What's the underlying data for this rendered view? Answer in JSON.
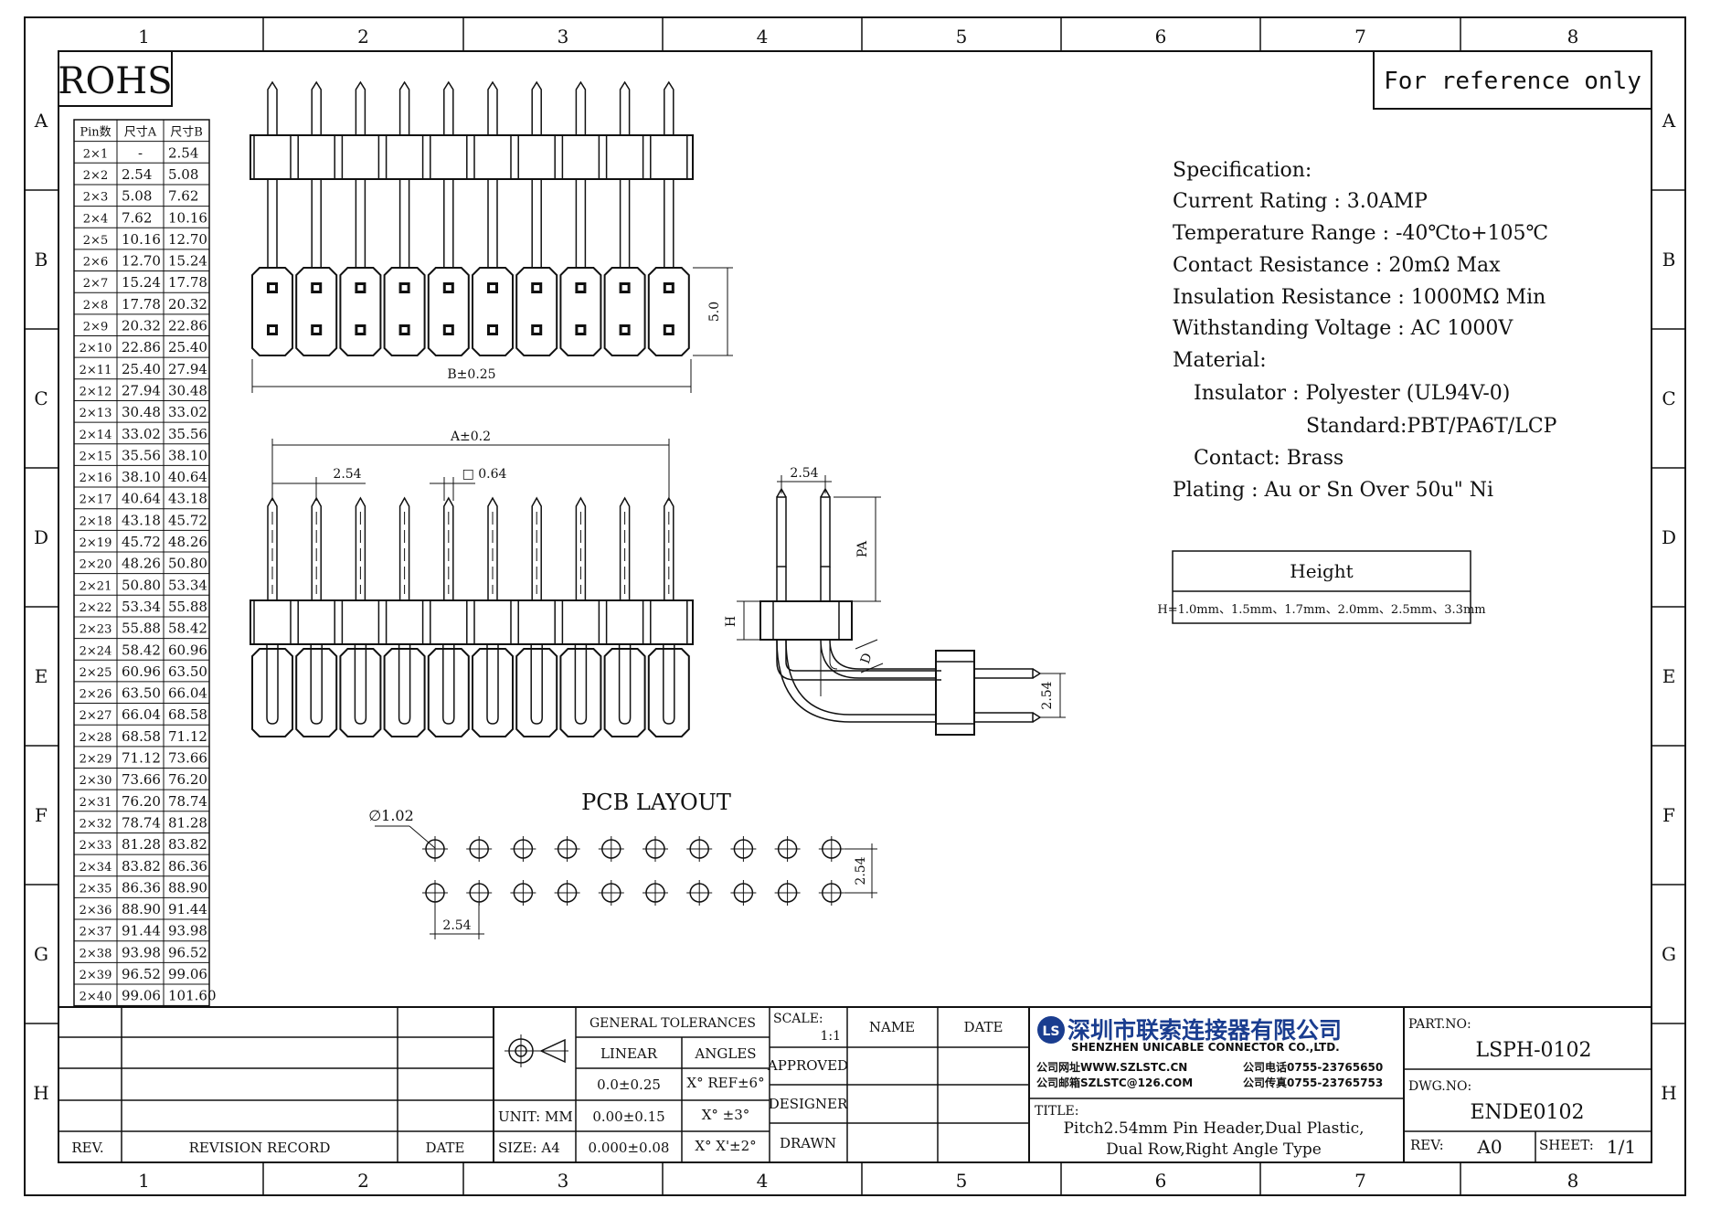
{
  "frame": {
    "col_labels": [
      "1",
      "2",
      "3",
      "4",
      "5",
      "6",
      "7",
      "8"
    ],
    "row_labels": [
      "A",
      "B",
      "C",
      "D",
      "E",
      "F",
      "G",
      "H"
    ]
  },
  "rohs": "ROHS",
  "reference": "For reference only",
  "table": {
    "headers": [
      "Pin数",
      "尺寸A",
      "尺寸B"
    ],
    "rows": [
      [
        "2×1",
        "-",
        "2.54"
      ],
      [
        "2×2",
        "2.54",
        "5.08"
      ],
      [
        "2×3",
        "5.08",
        "7.62"
      ],
      [
        "2×4",
        "7.62",
        "10.16"
      ],
      [
        "2×5",
        "10.16",
        "12.70"
      ],
      [
        "2×6",
        "12.70",
        "15.24"
      ],
      [
        "2×7",
        "15.24",
        "17.78"
      ],
      [
        "2×8",
        "17.78",
        "20.32"
      ],
      [
        "2×9",
        "20.32",
        "22.86"
      ],
      [
        "2×10",
        "22.86",
        "25.40"
      ],
      [
        "2×11",
        "25.40",
        "27.94"
      ],
      [
        "2×12",
        "27.94",
        "30.48"
      ],
      [
        "2×13",
        "30.48",
        "33.02"
      ],
      [
        "2×14",
        "33.02",
        "35.56"
      ],
      [
        "2×15",
        "35.56",
        "38.10"
      ],
      [
        "2×16",
        "38.10",
        "40.64"
      ],
      [
        "2×17",
        "40.64",
        "43.18"
      ],
      [
        "2×18",
        "43.18",
        "45.72"
      ],
      [
        "2×19",
        "45.72",
        "48.26"
      ],
      [
        "2×20",
        "48.26",
        "50.80"
      ],
      [
        "2×21",
        "50.80",
        "53.34"
      ],
      [
        "2×22",
        "53.34",
        "55.88"
      ],
      [
        "2×23",
        "55.88",
        "58.42"
      ],
      [
        "2×24",
        "58.42",
        "60.96"
      ],
      [
        "2×25",
        "60.96",
        "63.50"
      ],
      [
        "2×26",
        "63.50",
        "66.04"
      ],
      [
        "2×27",
        "66.04",
        "68.58"
      ],
      [
        "2×28",
        "68.58",
        "71.12"
      ],
      [
        "2×29",
        "71.12",
        "73.66"
      ],
      [
        "2×30",
        "73.66",
        "76.20"
      ],
      [
        "2×31",
        "76.20",
        "78.74"
      ],
      [
        "2×32",
        "78.74",
        "81.28"
      ],
      [
        "2×33",
        "81.28",
        "83.82"
      ],
      [
        "2×34",
        "83.82",
        "86.36"
      ],
      [
        "2×35",
        "86.36",
        "88.90"
      ],
      [
        "2×36",
        "88.90",
        "91.44"
      ],
      [
        "2×37",
        "91.44",
        "93.98"
      ],
      [
        "2×38",
        "93.98",
        "96.52"
      ],
      [
        "2×39",
        "96.52",
        "99.06"
      ],
      [
        "2×40",
        "99.06",
        "101.60"
      ]
    ]
  },
  "spec": {
    "lines": [
      "Specification:",
      "Current Rating : 3.0AMP",
      "Temperature Range : -40℃to+105℃",
      "Contact Resistance : 20mΩ Max",
      "Insulation Resistance : 1000MΩ Min",
      "Withstanding Voltage : AC 1000V",
      "Material:",
      "Insulator : Polyester (UL94V-0)",
      "Standard:PBT/PA6T/LCP",
      "Contact: Brass",
      "Plating : Au or Sn Over 50u\" Ni"
    ]
  },
  "height": {
    "title": "Height",
    "values": "H=1.0mm、1.5mm、1.7mm、2.0mm、2.5mm、3.3mm"
  },
  "dims": {
    "b": "B±0.25",
    "five": "5.0",
    "a": "A±0.2",
    "pitch": "2.54",
    "pin_size": "□ 0.64",
    "side_pitch": "2.54",
    "pa": "PA",
    "h": "H",
    "d": "D",
    "right_pitch": "2.54"
  },
  "pcb": {
    "title": "PCB LAYOUT",
    "hole": "∅1.02",
    "pitch_h": "2.54",
    "pitch_v": "2.54"
  },
  "titleblock": {
    "rev": "REV.",
    "revision_record": "REVISION RECORD",
    "date": "DATE",
    "general_tolerances": "GENERAL TOLERANCES",
    "linear": "LINEAR",
    "angles": "ANGLES",
    "lin1": "0.0±0.25",
    "lin2": "0.00±0.15",
    "lin3": "0.000±0.08",
    "ang1": "X° REF±6°",
    "ang2": "X° ±3°",
    "ang3": "X° X'±2°",
    "unit": "UNIT: MM",
    "size": "SIZE: A4",
    "scale": "SCALE:",
    "scale_val": "1:1",
    "name": "NAME",
    "date2": "DATE",
    "approved": "APPROVED",
    "designer": "DESIGNER",
    "drawn": "DRAWN",
    "company_cn": "深圳市联索连接器有限公司",
    "company_en": "SHENZHEN UNICABLE CONNECTOR CO.,LTD.",
    "web": "公司网址WWW.SZLSTC.CN",
    "mail": "公司邮箱SZLSTC@126.COM",
    "tel": "公司电话0755-23765650",
    "fax": "公司传真0755-23765753",
    "title_label": "TITLE:",
    "title1": "Pitch2.54mm Pin Header,Dual Plastic,",
    "title2": "Dual Row,Right Angle Type",
    "part_no_label": "PART.NO:",
    "part_no": "LSPH-0102",
    "dwg_no_label": "DWG.NO:",
    "dwg_no": "ENDE0102",
    "rev_label": "REV:",
    "rev_val": "A0",
    "sheet_label": "SHEET:",
    "sheet_val": "1/1",
    "logo": "LS"
  }
}
